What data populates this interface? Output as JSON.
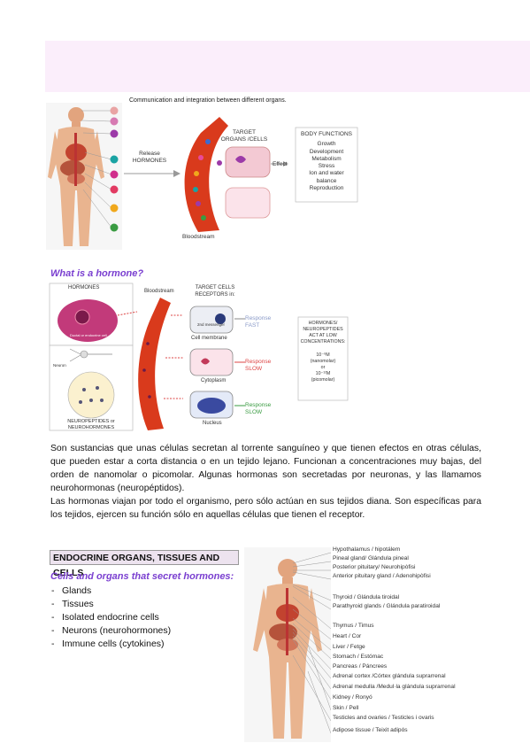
{
  "fig1": {
    "caption": "Communication and integration between different organs.",
    "release_l1": "Release",
    "release_l2": "HORMONES",
    "target_l1": "TARGET",
    "target_l2": "ORGANS /CELLS",
    "effect": "Effect",
    "bloodstream": "Bloodstream",
    "body_functions_title": "BODY FUNCTIONS",
    "body_functions": [
      "Growth",
      "Development",
      "Metabolism",
      "Stress",
      "Ion and water",
      "balance",
      "Reproduction"
    ],
    "colors": {
      "vessel": "#d93a1c",
      "skin": "#e9b48f",
      "cell": "#e8b4c4"
    }
  },
  "fig2": {
    "heading": "What is a hormone?",
    "hormones_label": "HORMONES",
    "cell_label": "Ductal or endocrine cell",
    "bloodstream": "Bloodstream",
    "target_l1": "TARGET CELLS",
    "target_l2": "RECEPTORS in:",
    "second_messenger": "2nd messenger",
    "cell_membrane": "Cell membrane",
    "cytoplasm": "Cytoplasm",
    "nucleus": "Nucleus",
    "response_fast_l1": "Response",
    "response_fast_l2": "FAST",
    "response_slow1_l1": "Response",
    "response_slow1_l2": "SLOW",
    "response_slow2_l1": "Response",
    "response_slow2_l2": "SLOW",
    "neuron": "Neuron",
    "neuro_l1": "NEUROPEPTIDES or",
    "neuro_l2": "NEUROHORMONES",
    "conc_lines": [
      "HORMONES/",
      "NEUROPEPTIDES",
      "ACT AT LOW",
      "CONCENTRATIONS:"
    ],
    "conc_nano": "10⁻⁹M",
    "conc_nano_unit": "(nanomolar)",
    "conc_or": "or",
    "conc_pico": "10⁻¹²M",
    "conc_pico_unit": "(picomolar)"
  },
  "paragraph": [
    "Son sustancias que unas células secretan al torrente sanguíneo y que tienen efectos en otras células, que pueden estar a corta distancia o en un tejido lejano. Funcionan a concentraciones muy bajas, del orden de nanomolar o picomolar. Algunas hormonas son secretadas por neuronas, y las llamamos neurohormonas (neuropéptidos).",
    "Las hormonas viajan por todo el organismo, pero sólo actúan en sus tejidos diana. Son específicas para los tejidos, ejercen su función sólo en aquellas células que tienen el receptor."
  ],
  "section": {
    "title": "ENDOCRINE ORGANS, TISSUES AND CELLS",
    "subheading": "Cells and organs that secret hormones:",
    "items": [
      "Glands",
      "Tissues",
      "Isolated endocrine cells",
      "Neurons (neurohormones)",
      "Immune cells (cytokines)"
    ]
  },
  "organs": [
    "Hypothalamus / hipotálem",
    "Pineal gland/ Glándula pineal",
    "Posterior pituitary/ Neurohipòfisi",
    "Anterior pituitary gland / Adenohipòfisi",
    "Thyroid / Glándula tiroidal",
    "Parathyroid glands / Glándula paratiroidal",
    "Thymus / Timus",
    "Heart / Cor",
    "Liver / Fetge",
    "Stomach / Estómac",
    "Pancreas / Páncrees",
    "Adrenal cortex /Córtex glándula suprarrenal",
    "Adrenal medulla /Medul·la glándula suprarrenal",
    "Kidney / Ronyó",
    "Skin / Pell",
    "Testicles and ovaries / Testicles i ovaris",
    "Adipose tissue / Teixit adipós"
  ]
}
